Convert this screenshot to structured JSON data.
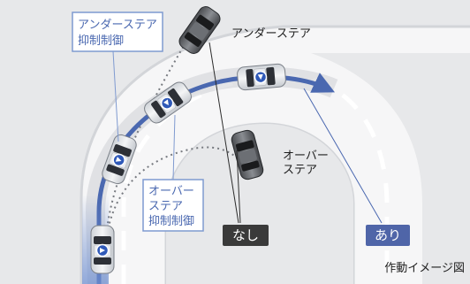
{
  "labels": {
    "understeer": "アンダーステア",
    "understeer_control_line1": "アンダーステア",
    "understeer_control_line2": "抑制制御",
    "oversteer_line1": "オーバー",
    "oversteer_line2": "ステア",
    "oversteer_control_line1": "オーバー",
    "oversteer_control_line2": "ステア",
    "oversteer_control_line3": "抑制制御",
    "without": "なし",
    "with": "あり",
    "caption": "作動イメージ図"
  },
  "colors": {
    "background": "#e7e8ea",
    "road": "#f7f7f8",
    "road_edge": "#d6d7da",
    "path_with": "#4a68b0",
    "badge_without": "#3a3a3a",
    "badge_with": "#4f65a8",
    "control_box_border": "#7f9ad0",
    "control_box_text": "#4a68b0"
  }
}
